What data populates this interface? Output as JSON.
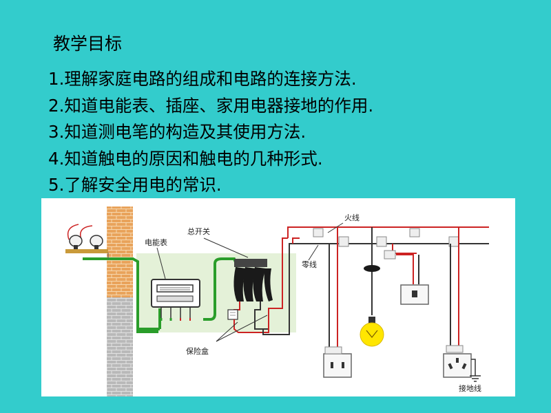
{
  "slide": {
    "title": "教学目标",
    "goals": [
      "1.理解家庭电路的组成和电路的连接方法.",
      "2.知道电能表、插座、家用电器接地的作用.",
      "3.知道测电笔的构造及其使用方法.",
      "4.知道触电的原因和触电的几种形式.",
      "5.了解安全用电的常识."
    ]
  },
  "diagram": {
    "labels": {
      "meter": "电能表",
      "main_switch": "总开关",
      "fuse_box": "保险盒",
      "live_wire": "火线",
      "neutral_wire": "零线",
      "ground_wire": "接地线"
    }
  },
  "colors": {
    "background": "#33cccc",
    "live_wire": "#cc2222",
    "neutral_wire": "#333333",
    "service_wire": "#2a9d2a",
    "brick": "#e9a35b",
    "wall_gray": "#b9b9b9",
    "panel_bg": "#e4f1d8",
    "bulb": "#ffe600"
  }
}
